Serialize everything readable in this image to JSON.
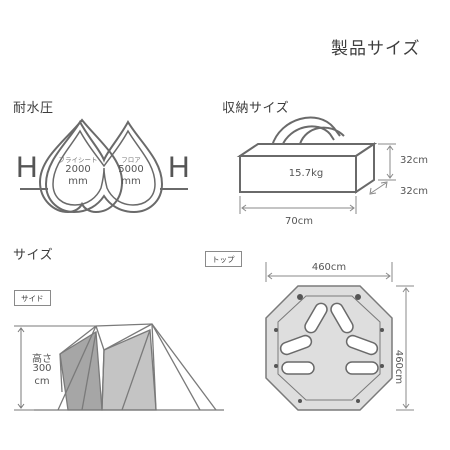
{
  "page": {
    "title": "製品サイズ"
  },
  "water": {
    "heading": "耐水圧",
    "left_letter": "H",
    "right_letter": "H",
    "fly_label": "フライシート",
    "fly_value": "2000",
    "fly_unit": "mm",
    "floor_label": "フロア",
    "floor_value": "5000",
    "floor_unit": "mm"
  },
  "storage": {
    "heading": "収納サイズ",
    "weight": "15.7kg",
    "height": "32cm",
    "depth": "32cm",
    "width": "70cm"
  },
  "size": {
    "heading": "サイズ",
    "side_tag": "サイド",
    "height_label": "高さ",
    "height_value": "300",
    "height_unit": "cm",
    "top_tag": "トップ",
    "top_width": "460cm",
    "top_depth": "460cm"
  }
}
